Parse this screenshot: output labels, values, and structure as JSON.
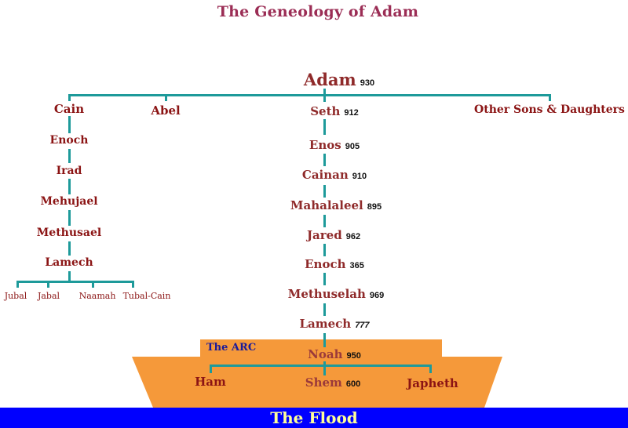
{
  "title": "The Geneology of Adam",
  "colors": {
    "title": "#9b2d55",
    "names": "#8b1414",
    "lines": "#1d9a9a",
    "ark": "#f5993a",
    "flood_bar": "#0000ff",
    "flood_text": "#ffff99",
    "arc_label": "#1a1a9a"
  },
  "root": {
    "name": "Adam",
    "age": "930"
  },
  "adam_children": [
    {
      "name": "Cain"
    },
    {
      "name": "Abel"
    },
    {
      "name": "Seth",
      "age": "912"
    },
    {
      "name": "Other Sons & Daughters"
    }
  ],
  "cain_line": [
    {
      "name": "Enoch"
    },
    {
      "name": "Irad"
    },
    {
      "name": "Mehujael"
    },
    {
      "name": "Methusael"
    },
    {
      "name": "Lamech"
    }
  ],
  "lamech_children": [
    {
      "name": "Jubal"
    },
    {
      "name": "Jabal"
    },
    {
      "name": "Naamah"
    },
    {
      "name": "Tubal-Cain"
    }
  ],
  "seth_line": [
    {
      "name": "Enos",
      "age": "905"
    },
    {
      "name": "Cainan",
      "age": "910"
    },
    {
      "name": "Mahalaleel",
      "age": "895"
    },
    {
      "name": "Jared",
      "age": "962"
    },
    {
      "name": "Enoch",
      "age": "365"
    },
    {
      "name": "Methuselah",
      "age": "969"
    },
    {
      "name": "Lamech",
      "age": "777"
    }
  ],
  "noah": {
    "name": "Noah",
    "age": "950"
  },
  "noah_children": [
    {
      "name": "Ham"
    },
    {
      "name": "Shem",
      "age": "600"
    },
    {
      "name": "Japheth"
    }
  ],
  "ark_label": "The ARC",
  "flood_label": "The Flood"
}
